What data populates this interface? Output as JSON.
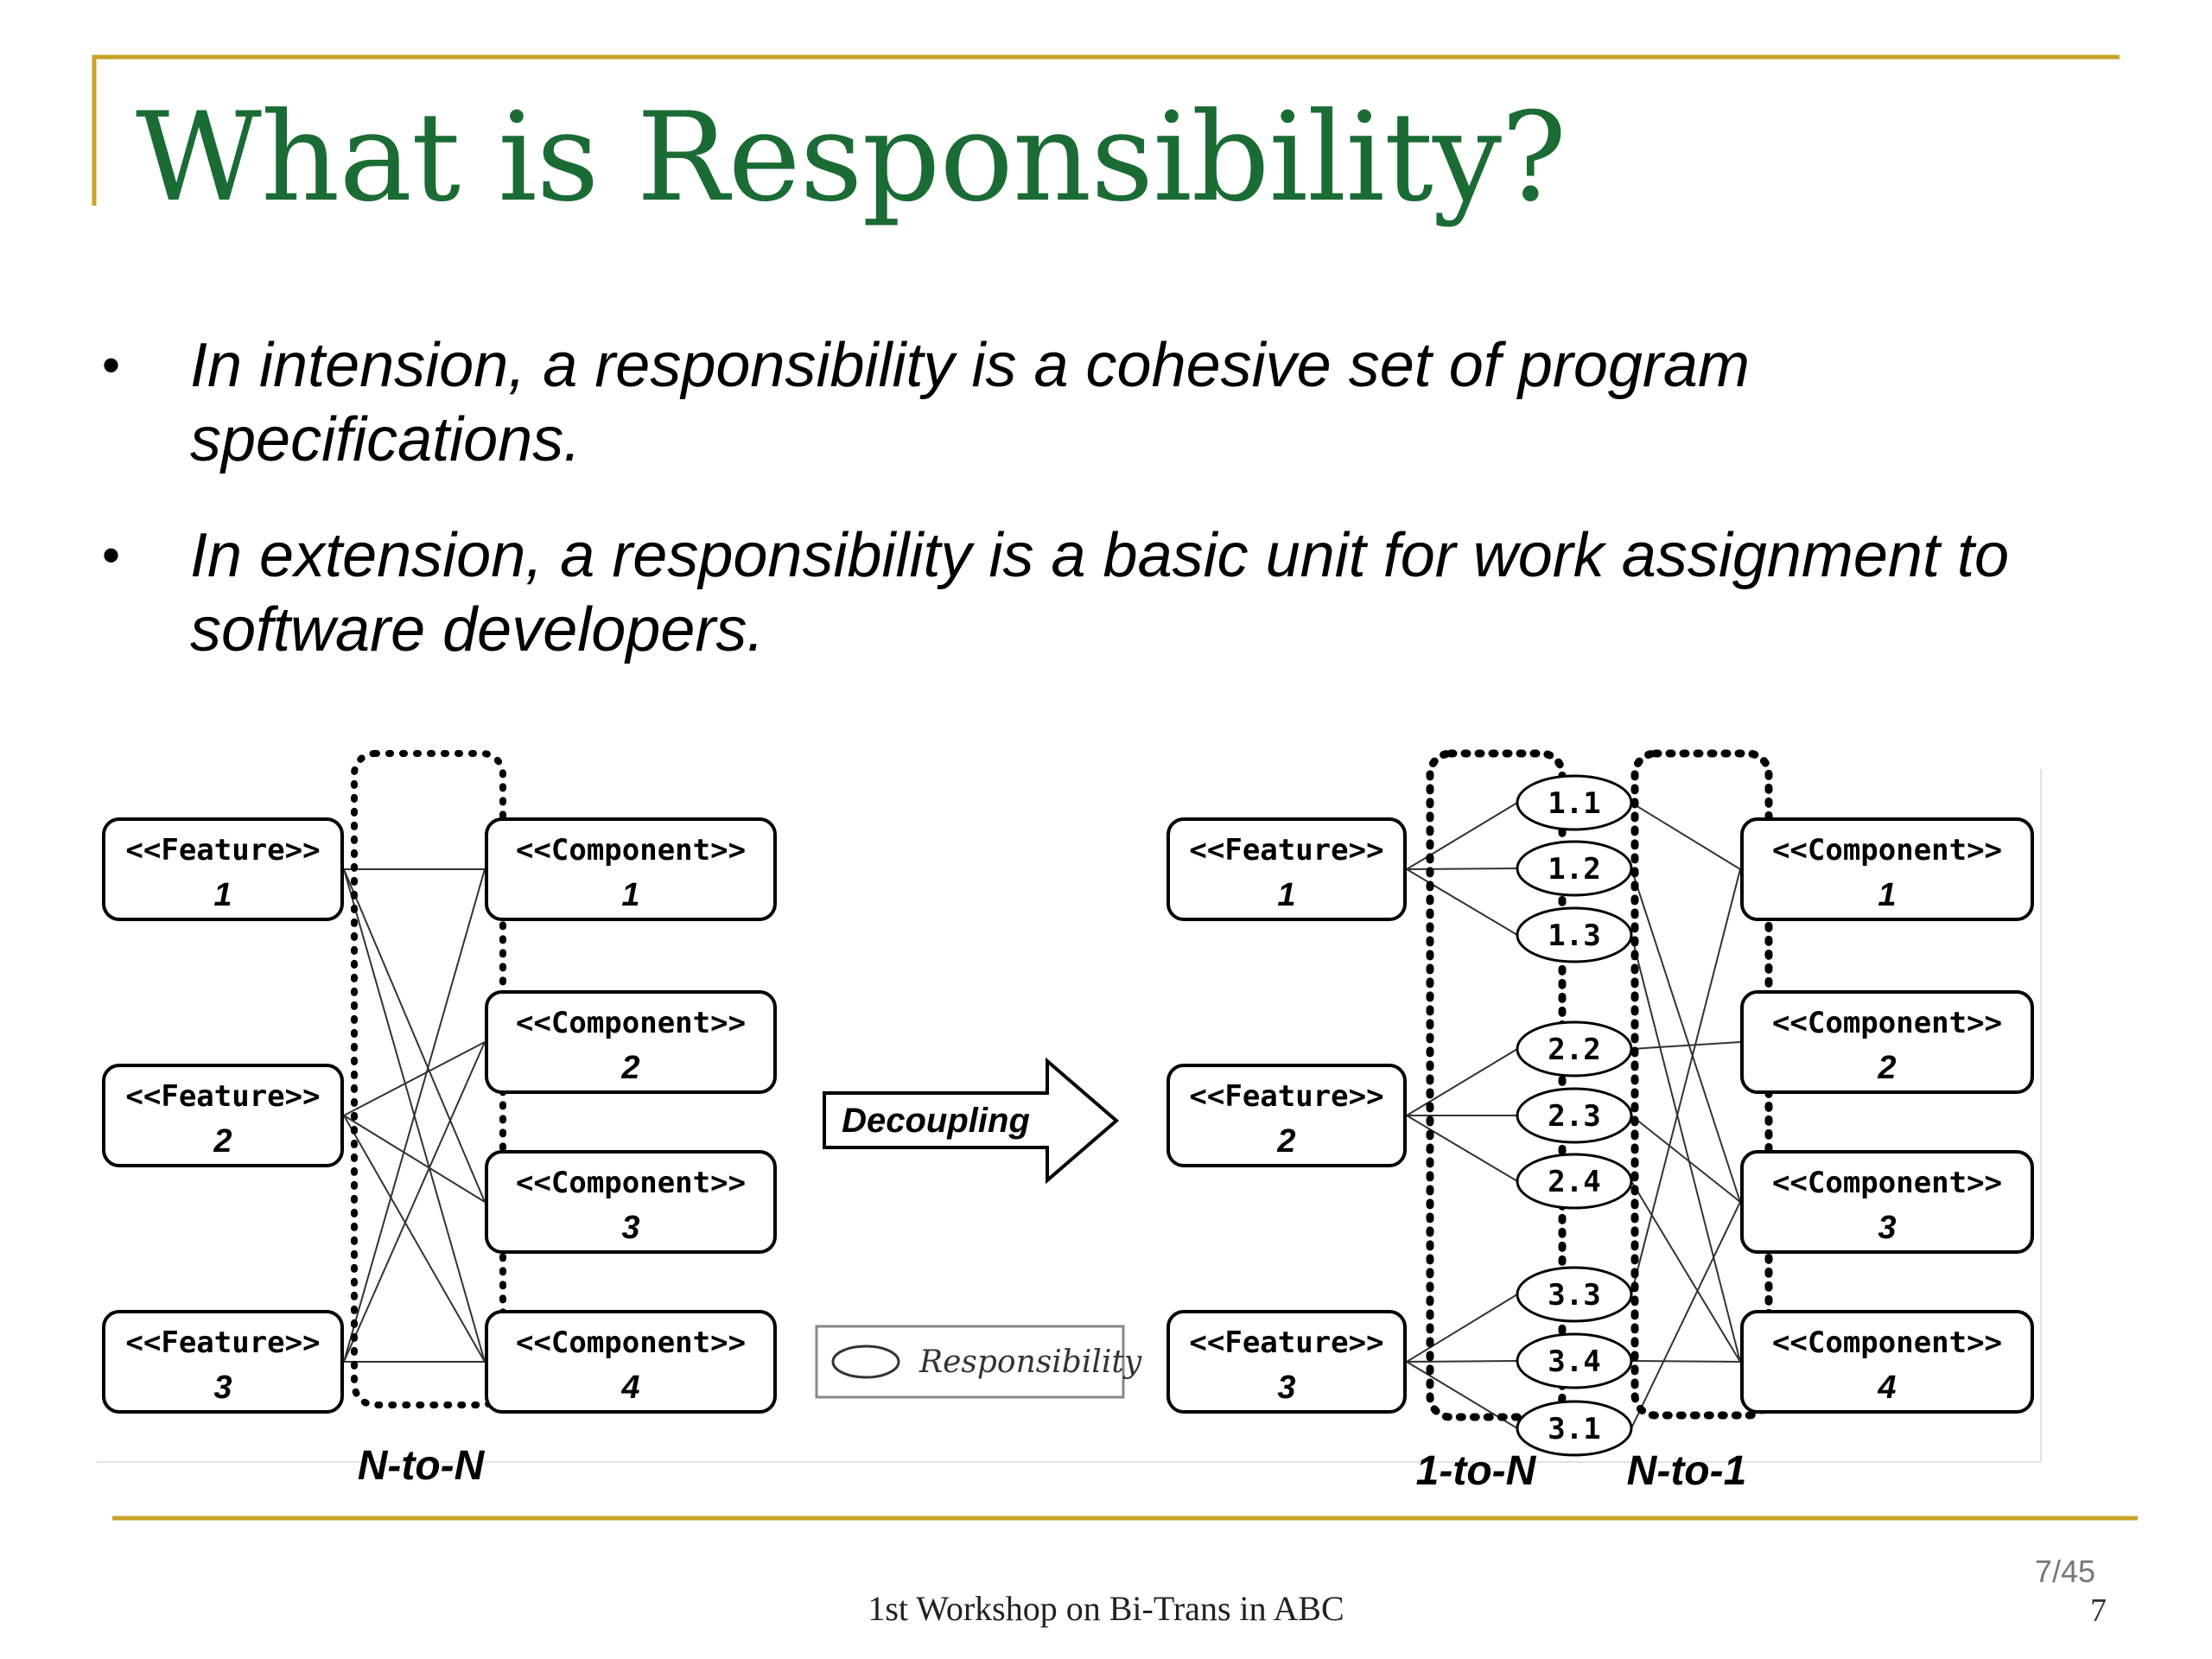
{
  "slide": {
    "title": "What is Responsibility?",
    "bullets": [
      {
        "text": "In intension, a responsibility is a cohesive set of program specifications."
      },
      {
        "text": "In extension, a responsibility is a basic unit for work assignment to software developers."
      }
    ],
    "bullet_symbol": "•",
    "footer": "1st Workshop on Bi-Trans in ABC",
    "page_fraction": "7/45",
    "page_number": "7",
    "accent_color": "#c9a227",
    "title_color": "#1b6b35"
  },
  "diagram": {
    "feature_label": "<<Feature>>",
    "component_label": "<<Component>>",
    "left": {
      "features": [
        "1",
        "2",
        "3"
      ],
      "components": [
        "1",
        "2",
        "3",
        "4"
      ],
      "edges": [
        [
          0,
          0
        ],
        [
          0,
          2
        ],
        [
          0,
          3
        ],
        [
          1,
          1
        ],
        [
          1,
          2
        ],
        [
          1,
          3
        ],
        [
          2,
          0
        ],
        [
          2,
          1
        ],
        [
          2,
          3
        ]
      ],
      "group_label": "N-to-N"
    },
    "arrow_label": "Decoupling",
    "legend_label": "Responsibility",
    "right": {
      "features": [
        "1",
        "2",
        "3"
      ],
      "components": [
        "1",
        "2",
        "3",
        "4"
      ],
      "responsibilities": [
        "1.1",
        "1.2",
        "1.3",
        "2.2",
        "2.3",
        "2.4",
        "3.3",
        "3.4",
        "3.1"
      ],
      "feature_to_resp": [
        [
          0,
          0
        ],
        [
          0,
          1
        ],
        [
          0,
          2
        ],
        [
          1,
          3
        ],
        [
          1,
          4
        ],
        [
          1,
          5
        ],
        [
          2,
          6
        ],
        [
          2,
          7
        ],
        [
          2,
          8
        ]
      ],
      "resp_to_component": [
        [
          0,
          0
        ],
        [
          1,
          2
        ],
        [
          2,
          3
        ],
        [
          3,
          1
        ],
        [
          4,
          2
        ],
        [
          5,
          3
        ],
        [
          6,
          0
        ],
        [
          7,
          3
        ],
        [
          8,
          2
        ]
      ],
      "group_labels": [
        "1-to-N",
        "N-to-1"
      ]
    }
  }
}
